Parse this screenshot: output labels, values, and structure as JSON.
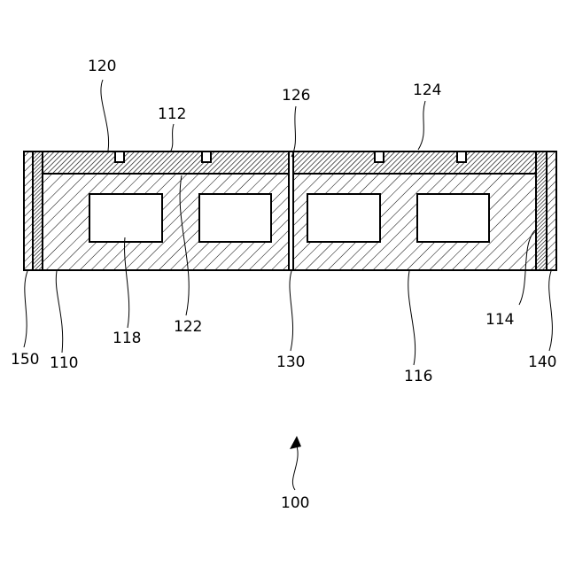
{
  "figure": {
    "reference_numerals": {
      "n120": "120",
      "n112": "112",
      "n126": "126",
      "n124": "124",
      "n150": "150",
      "n110": "110",
      "n118": "118",
      "n122": "122",
      "n130": "130",
      "n116": "116",
      "n114": "114",
      "n140": "140",
      "n100": "100"
    }
  }
}
